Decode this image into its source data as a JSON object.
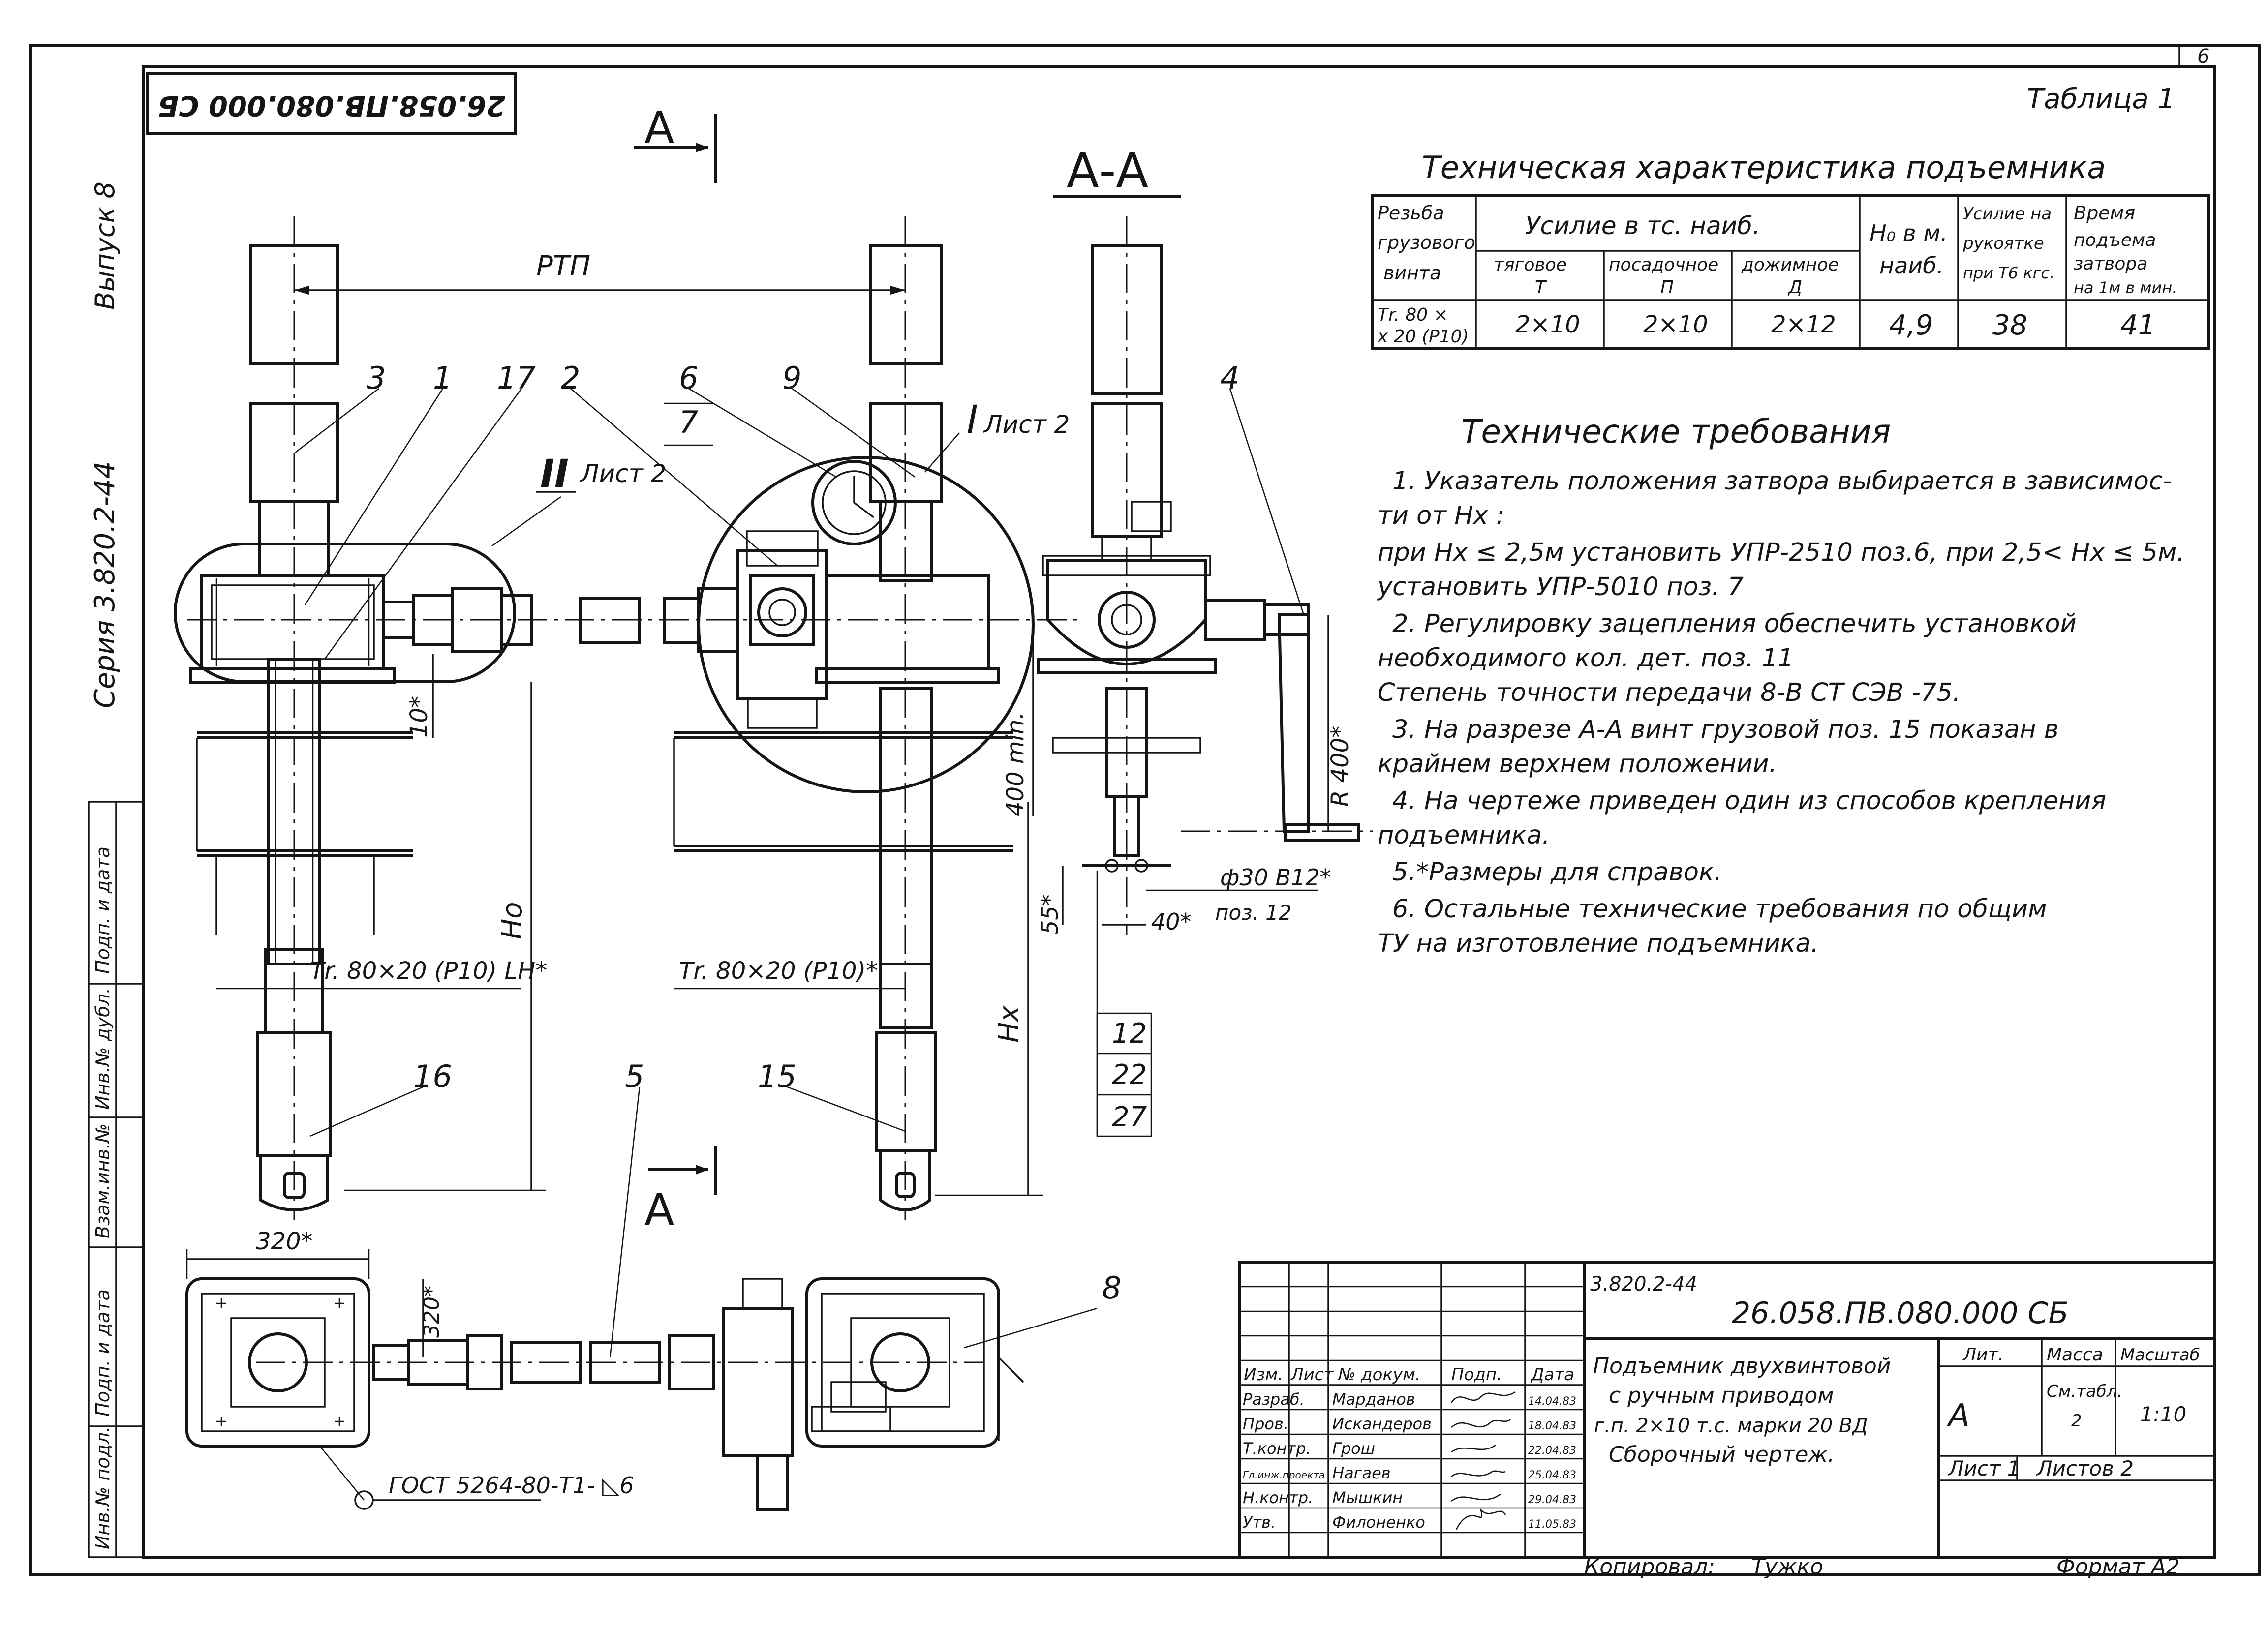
{
  "sheet_number": "6",
  "stamp": "26.058.ПВ.080.000 СБ",
  "series_code": "Серия 3.820.2-44",
  "issue": "Выпуск 8",
  "left_strip": [
    "Подп. и дата",
    "Инв.№ дубл.",
    "Взам.инв.№",
    "Подп. и дата",
    "Инв.№ подл."
  ],
  "section": {
    "cut_label": "А",
    "cut_view": "А-А"
  },
  "table1": {
    "label": "Таблица 1",
    "title": "Техническая характеристика подъемника",
    "h_thread": [
      "Резьба",
      "грузового",
      "винта"
    ],
    "h_force": "Усилие в тс. наиб.",
    "h_pull": [
      "тяговое",
      "Т"
    ],
    "h_seat": [
      "посадочное",
      "П"
    ],
    "h_press": [
      "дожимное",
      "Д"
    ],
    "h_height": [
      "Н₀ в м.",
      "наиб."
    ],
    "h_handle": [
      "Усилие на",
      "рукоятке",
      "при Т6 кгс."
    ],
    "h_time": [
      "Время",
      "подъема",
      "затвора",
      "на 1м в мин."
    ],
    "row": {
      "thread": [
        "Тr. 80 ×",
        "х 20 (Р10)"
      ],
      "pull": "2×10",
      "seat": "2×10",
      "press": "2×12",
      "height": "4,9",
      "handle": "38",
      "time": "41"
    }
  },
  "requirements": {
    "title": "Технические требования",
    "lines": [
      "1. Указатель положения затвора выбирается в зависимос-",
      "ти от Нх :",
      "при Нх ≤ 2,5м установить УПР-2510 поз.6, при 2,5< Нх ≤ 5м.",
      "установить УПР-5010 поз. 7",
      "2. Регулировку зацепления обеспечить установкой",
      "необходимого кол. дет. поз. 11",
      "Степень точности передачи 8-В СТ СЭВ -75.",
      "3. На разрезе А-А винт грузовой поз. 15 показан в",
      "крайнем верхнем положении.",
      "4. На чертеже приведен один из способов крепления",
      "подъемника.",
      "5.*Размеры для справок.",
      "6. Остальные технические требования по общим",
      "ТУ на изготовление подъемника."
    ]
  },
  "drawing": {
    "rtp": "РТП",
    "pos": {
      "p1": "1",
      "p2": "2",
      "p3": "3",
      "p4": "4",
      "p5": "5",
      "p6": "6",
      "p7": "7",
      "p8": "8",
      "p9": "9",
      "p15": "15",
      "p16": "16",
      "p17": "17"
    },
    "callout_1": {
      "num": "I",
      "sheet": "Лист 2"
    },
    "callout_2": {
      "num": "II",
      "sheet": "Лист 2"
    },
    "dims": {
      "d10": "10*",
      "h0": "Но",
      "thread_left": "Тr. 80×20 (Р10) LH*",
      "thread_right": "Тr. 80×20 (Р10)*",
      "hx": "Нх",
      "d400": "400 min.",
      "r400": "R 400*",
      "d55": "55*",
      "d40": "40*",
      "phi30": "ф30 В12*",
      "poz12": "поз. 12",
      "d320a": "320*",
      "d320b": "320*"
    },
    "stack": [
      "12",
      "22",
      "27"
    ],
    "weld": "ГОСТ 5264-80-Т1- ◺6"
  },
  "titleblock": {
    "series": "3.820.2-44",
    "code": "26.058.ПВ.080.000 СБ",
    "name": [
      "Подъемник двухвинтовой",
      "с ручным приводом",
      "г.п. 2×10 т.с. марки 20 ВД",
      "Сборочный чертеж."
    ],
    "h_lit": "Лит.",
    "h_mass": "Масса",
    "h_scale": "Масштаб",
    "lit": "А",
    "mass": "См.табл.",
    "mass2": "2",
    "scale": "1:10",
    "sheet_label": "Лист 1",
    "sheets_label": "Листов 2",
    "header": [
      "Изм.",
      "Лист",
      "№ докум.",
      "Подп.",
      "Дата"
    ],
    "signers": [
      {
        "role": "Разраб.",
        "name": "Марданов",
        "date": "14.04.83"
      },
      {
        "role": "Пров.",
        "name": "Искандеров",
        "date": "18.04.83"
      },
      {
        "role": "Т.контр.",
        "name": "Грош",
        "date": "22.04.83"
      },
      {
        "role": "Гл.инж.проекта",
        "name": "Нагаев",
        "date": "25.04.83"
      },
      {
        "role": "Н.контр.",
        "name": "Мышкин",
        "date": "29.04.83"
      },
      {
        "role": "Утв.",
        "name": "Филоненко",
        "date": "11.05.83"
      }
    ],
    "copied_label": "Копировал:",
    "copied": "Тужко",
    "format": "Формат А2"
  }
}
